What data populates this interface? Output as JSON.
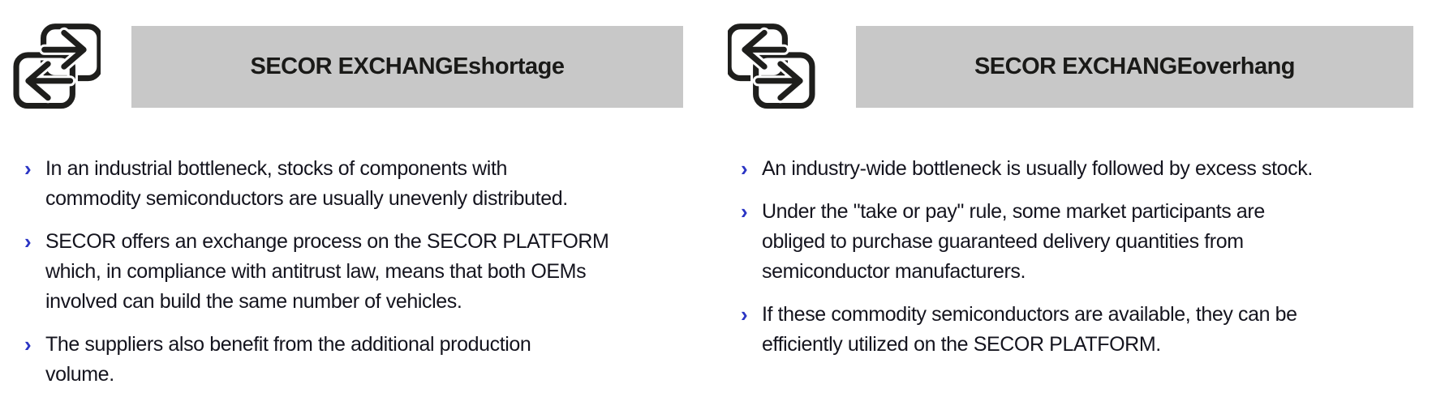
{
  "bullet_marker": "›",
  "colors": {
    "header_bar": "#c8c8c8",
    "bullet_accent": "#2b35c4",
    "body_text": "#14141e",
    "title_text": "#1a1a18",
    "icon_stroke": "#1e1e1c"
  },
  "sections": [
    {
      "title": "SECOR EXCHANGEshortage",
      "icon": "exchange-arrows-icon",
      "bullets": [
        {
          "text": "In an industrial bottleneck, stocks of components with\ncommodity semiconductors are usually unevenly distributed."
        },
        {
          "text": "SECOR offers an exchange process on the SECOR PLATFORM\nwhich, in compliance with antitrust law, means that both OEMs\ninvolved can build the same number of vehicles."
        },
        {
          "text": "The suppliers also benefit from the additional production\nvolume."
        }
      ]
    },
    {
      "title": "SECOR EXCHANGEoverhang",
      "icon": "exchange-arrows-mirrored-icon",
      "bullets": [
        {
          "text": "An industry-wide bottleneck is usually followed by excess stock."
        },
        {
          "text": "Under the \"take or pay\" rule, some market participants are\nobliged to purchase guaranteed delivery quantities from\nsemiconductor manufacturers."
        },
        {
          "text": "If these commodity semiconductors are available, they can be\nefficiently utilized on the SECOR PLATFORM."
        }
      ]
    }
  ]
}
